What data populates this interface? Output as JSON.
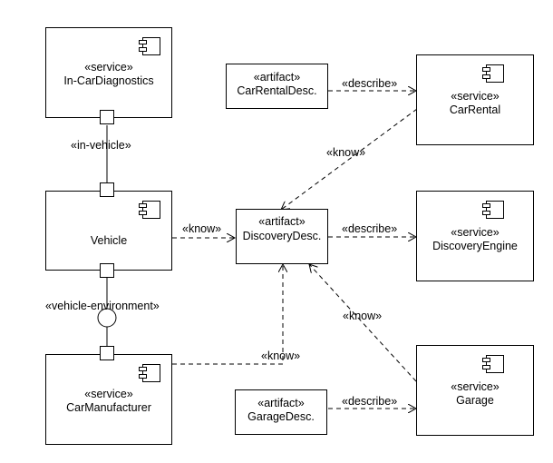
{
  "components": {
    "in_car_diagnostics": {
      "stereotype": "«service»",
      "name": "In-CarDiagnostics"
    },
    "vehicle": {
      "name": "Vehicle"
    },
    "car_manufacturer": {
      "stereotype": "«service»",
      "name": "CarManufacturer"
    },
    "car_rental": {
      "stereotype": "«service»",
      "name": "CarRental"
    },
    "discovery_engine": {
      "stereotype": "«service»",
      "name": "DiscoveryEngine"
    },
    "garage": {
      "stereotype": "«service»",
      "name": "Garage"
    }
  },
  "artifacts": {
    "car_rental_desc": {
      "stereotype": "«artifact»",
      "name": "CarRentalDesc."
    },
    "discovery_desc": {
      "stereotype": "«artifact»",
      "name": "DiscoveryDesc."
    },
    "garage_desc": {
      "stereotype": "«artifact»",
      "name": "GarageDesc."
    }
  },
  "connector_labels": {
    "in_vehicle": "«in-vehicle»",
    "vehicle_environment": "«vehicle-environment»",
    "vehicle_know": "«know»",
    "manufacturer_know": "«know»",
    "rental_know": "«know»",
    "garage_know": "«know»",
    "rental_describe": "«describe»",
    "discovery_describe": "«describe»",
    "garage_describe": "«describe»"
  }
}
